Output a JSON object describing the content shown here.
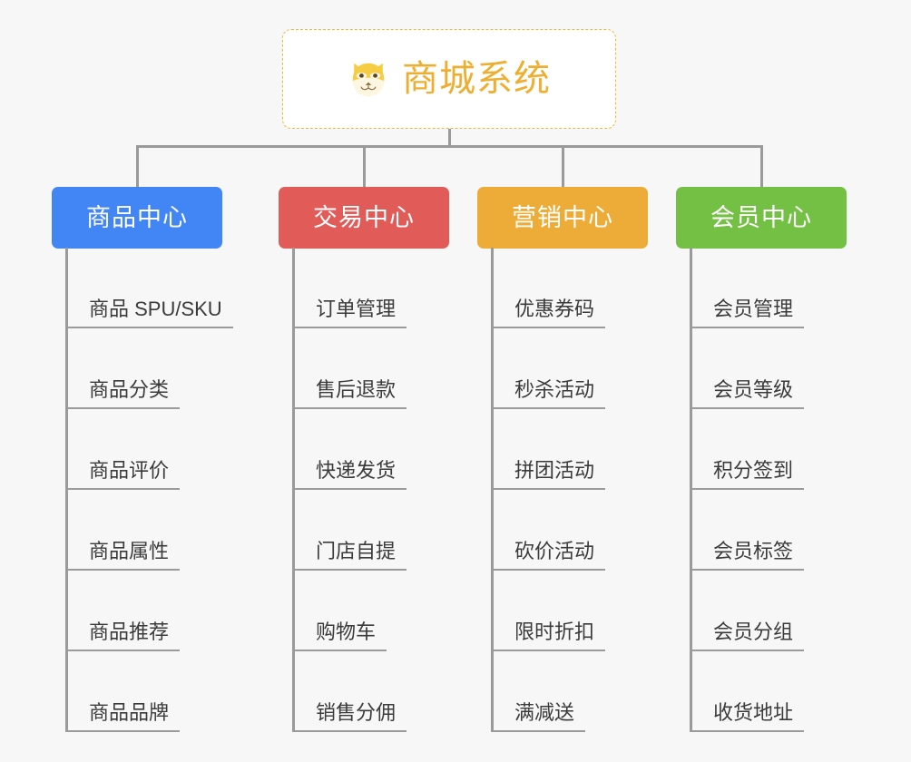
{
  "diagram": {
    "type": "mindmap-tree",
    "background_color": "#f7f7f7",
    "root": {
      "title": "商城系统",
      "icon": "shiba-dog-face-icon",
      "text_color": "#eeaf31",
      "border_color": "#f0b73e",
      "background_color": "#ffffff"
    },
    "connector_color": "#9a9a9a",
    "leaf_text_color": "#3b3b3b",
    "branches": [
      {
        "label": "商品中心",
        "color": "#4285f4",
        "children": [
          "商品 SPU/SKU",
          "商品分类",
          "商品评价",
          "商品属性",
          "商品推荐",
          "商品品牌"
        ]
      },
      {
        "label": "交易中心",
        "color": "#e15b59",
        "children": [
          "订单管理",
          "售后退款",
          "快递发货",
          "门店自提",
          "购物车",
          "销售分佣"
        ]
      },
      {
        "label": "营销中心",
        "color": "#ecac37",
        "children": [
          "优惠券码",
          "秒杀活动",
          "拼团活动",
          "砍价活动",
          "限时折扣",
          "满减送"
        ]
      },
      {
        "label": "会员中心",
        "color": "#74c044",
        "children": [
          "会员管理",
          "会员等级",
          "积分签到",
          "会员标签",
          "会员分组",
          "收货地址"
        ]
      }
    ]
  }
}
